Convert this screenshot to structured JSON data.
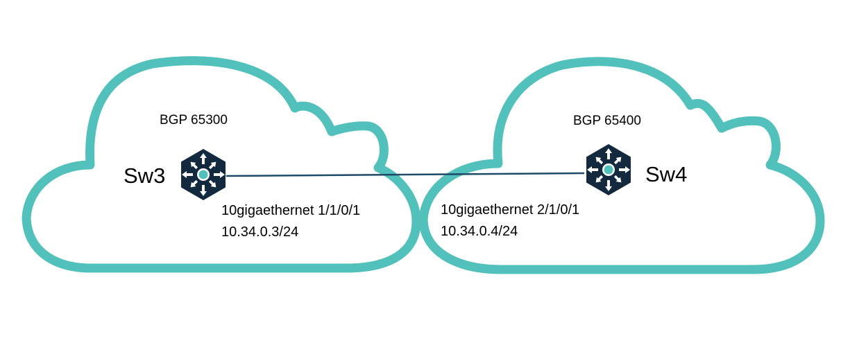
{
  "colors": {
    "cloud_stroke": "#52c1bc",
    "link": "#1d4a66",
    "switch_body": "#13293d",
    "switch_center": "#52c1bc"
  },
  "left_domain": {
    "asn_label": "BGP 65300",
    "switch": {
      "name": "Sw3",
      "icon": "layer3-switch-icon"
    },
    "interface": "10gigaethernet 1/1/0/1",
    "ip": "10.34.0.3/24"
  },
  "right_domain": {
    "asn_label": "BGP 65400",
    "switch": {
      "name": "Sw4",
      "icon": "layer3-switch-icon"
    },
    "interface": "10gigaethernet 2/1/0/1",
    "ip": "10.34.0.4/24"
  }
}
